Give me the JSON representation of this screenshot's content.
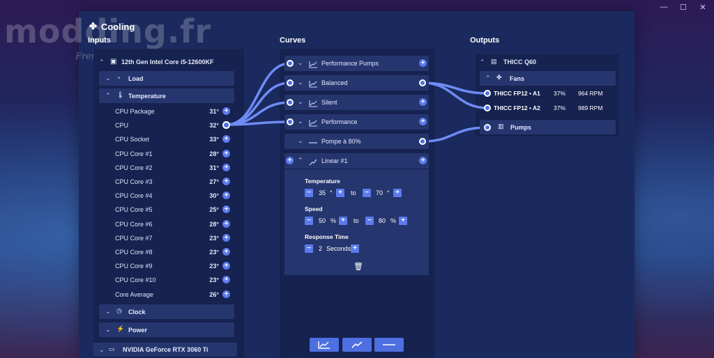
{
  "app": {
    "title": "Cooling"
  },
  "watermark": {
    "text": "modding.fr",
    "sub": "French tech"
  },
  "window_controls": [
    "—",
    "☐",
    "✕"
  ],
  "columns": {
    "inputs": "Inputs",
    "curves": "Curves",
    "outputs": "Outputs"
  },
  "inputs": {
    "cpu_device": "12th Gen Intel Core i5-12600KF",
    "sections": {
      "load": "Load",
      "temperature": "Temperature",
      "clock": "Clock",
      "power": "Power"
    },
    "sensors": [
      {
        "name": "CPU Package",
        "value": "31°"
      },
      {
        "name": "CPU",
        "value": "32°"
      },
      {
        "name": "CPU Socket",
        "value": "33°"
      },
      {
        "name": "CPU Core #1",
        "value": "28°"
      },
      {
        "name": "CPU Core #2",
        "value": "31°"
      },
      {
        "name": "CPU Core #3",
        "value": "27°"
      },
      {
        "name": "CPU Core #4",
        "value": "30°"
      },
      {
        "name": "CPU Core #5",
        "value": "25°"
      },
      {
        "name": "CPU Core #6",
        "value": "28°"
      },
      {
        "name": "CPU Core #7",
        "value": "23°"
      },
      {
        "name": "CPU Core #8",
        "value": "23°"
      },
      {
        "name": "CPU Core #9",
        "value": "23°"
      },
      {
        "name": "CPU Core #10",
        "value": "23°"
      },
      {
        "name": "Core Average",
        "value": "26°"
      }
    ],
    "gpu_device": "NVIDIA GeForce RTX 3060 Ti"
  },
  "curves": {
    "items": [
      "Performance Pumps",
      "Balanced",
      "Silent",
      "Performance",
      "Pompe à 80%",
      "Linear #1"
    ],
    "linear": {
      "temperature_label": "Temperature",
      "temp_from": "35",
      "temp_unit": "°",
      "to": "to",
      "temp_to": "70",
      "speed_label": "Speed",
      "speed_from": "50",
      "speed_unit": "%",
      "speed_to": "80",
      "response_label": "Response Time",
      "response_value": "2",
      "response_unit": "Seconds"
    }
  },
  "outputs": {
    "device": "THICC Q60",
    "fans_label": "Fans",
    "fans": [
      {
        "name": "THICC FP12 • A1",
        "percent": "37%",
        "rpm": "964 RPM"
      },
      {
        "name": "THICC FP12 • A2",
        "percent": "37%",
        "rpm": "989 RPM"
      }
    ],
    "pumps_label": "Pumps"
  },
  "colors": {
    "accent": "#5b7bee",
    "panel": "#16224f",
    "section": "#25356e",
    "window": "#1b2a5e"
  }
}
